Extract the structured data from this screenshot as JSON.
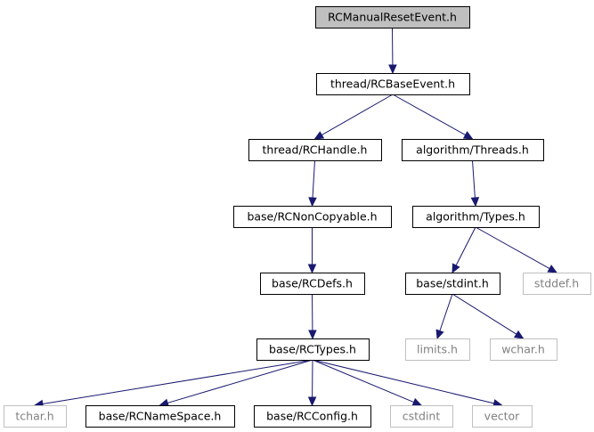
{
  "title": "RCManualResetEvent.h",
  "colors": {
    "root_fill": "#bfbfbf",
    "node_border": "#000000",
    "ext_border": "#c0c0c0",
    "text": "#000000",
    "ext_text": "#808080",
    "edge": "#191970"
  },
  "nodes": [
    {
      "id": "rcmanualresetevent",
      "label": "RCManualResetEvent.h",
      "kind": "root"
    },
    {
      "id": "rcbaseevent",
      "label": "thread/RCBaseEvent.h",
      "kind": "normal"
    },
    {
      "id": "rchandle",
      "label": "thread/RCHandle.h",
      "kind": "normal"
    },
    {
      "id": "threads",
      "label": "algorithm/Threads.h",
      "kind": "normal"
    },
    {
      "id": "rcnoncopyable",
      "label": "base/RCNonCopyable.h",
      "kind": "normal"
    },
    {
      "id": "types",
      "label": "algorithm/Types.h",
      "kind": "normal"
    },
    {
      "id": "rcdefs",
      "label": "base/RCDefs.h",
      "kind": "normal"
    },
    {
      "id": "stdint",
      "label": "base/stdint.h",
      "kind": "normal"
    },
    {
      "id": "stddef",
      "label": "stddef.h",
      "kind": "external"
    },
    {
      "id": "rctypes",
      "label": "base/RCTypes.h",
      "kind": "normal"
    },
    {
      "id": "limits",
      "label": "limits.h",
      "kind": "external"
    },
    {
      "id": "wchar",
      "label": "wchar.h",
      "kind": "external"
    },
    {
      "id": "tchar",
      "label": "tchar.h",
      "kind": "external"
    },
    {
      "id": "rcnamespace",
      "label": "base/RCNameSpace.h",
      "kind": "normal"
    },
    {
      "id": "rcconfig",
      "label": "base/RCConfig.h",
      "kind": "normal"
    },
    {
      "id": "cstdint",
      "label": "cstdint",
      "kind": "external"
    },
    {
      "id": "vector",
      "label": "vector",
      "kind": "external"
    }
  ],
  "edges": [
    {
      "from": "rcmanualresetevent",
      "to": "rcbaseevent"
    },
    {
      "from": "rcbaseevent",
      "to": "rchandle"
    },
    {
      "from": "rcbaseevent",
      "to": "threads"
    },
    {
      "from": "rchandle",
      "to": "rcnoncopyable"
    },
    {
      "from": "threads",
      "to": "types"
    },
    {
      "from": "rcnoncopyable",
      "to": "rcdefs"
    },
    {
      "from": "types",
      "to": "stdint"
    },
    {
      "from": "types",
      "to": "stddef"
    },
    {
      "from": "rcdefs",
      "to": "rctypes"
    },
    {
      "from": "stdint",
      "to": "limits"
    },
    {
      "from": "stdint",
      "to": "wchar"
    },
    {
      "from": "rctypes",
      "to": "tchar"
    },
    {
      "from": "rctypes",
      "to": "rcnamespace"
    },
    {
      "from": "rctypes",
      "to": "rcconfig"
    },
    {
      "from": "rctypes",
      "to": "cstdint"
    },
    {
      "from": "rctypes",
      "to": "vector"
    }
  ]
}
